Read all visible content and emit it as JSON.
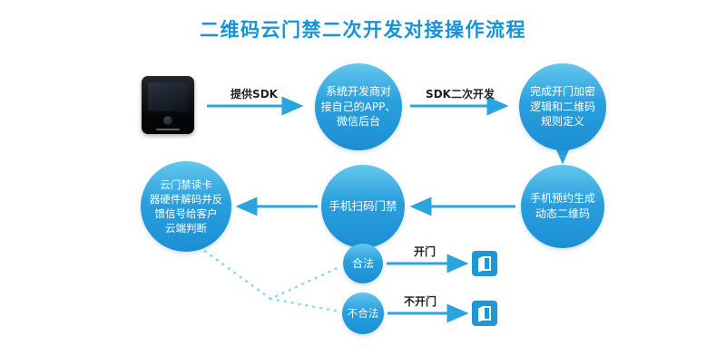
{
  "title": "二维码云门禁二次开发对接操作流程",
  "colors": {
    "title_blue": "#1593d6",
    "circle_top": "#63c7ee",
    "circle_bottom": "#1b8fd3",
    "arrow_blue": "#2aa4de",
    "dotted_blue": "#8fd6f3",
    "label_text": "#222222"
  },
  "nodes": {
    "developer": "系统开发商对\n接自己的APP、\n微信后台",
    "encryption": "完成开门加密\n逻辑和二维码\n规则定义",
    "qrcode": "手机预约生成\n动态二维码",
    "scan": "手机扫码门禁",
    "reader": "云门禁读卡\n器硬件解码并反\n馈信号给客户\n云端判断",
    "legal": "合法",
    "illegal": "不合法"
  },
  "labels": {
    "provide_sdk": "提供SDK",
    "sdk_dev": "SDK二次开发",
    "open_door": "开门",
    "no_open_door": "不开门"
  }
}
